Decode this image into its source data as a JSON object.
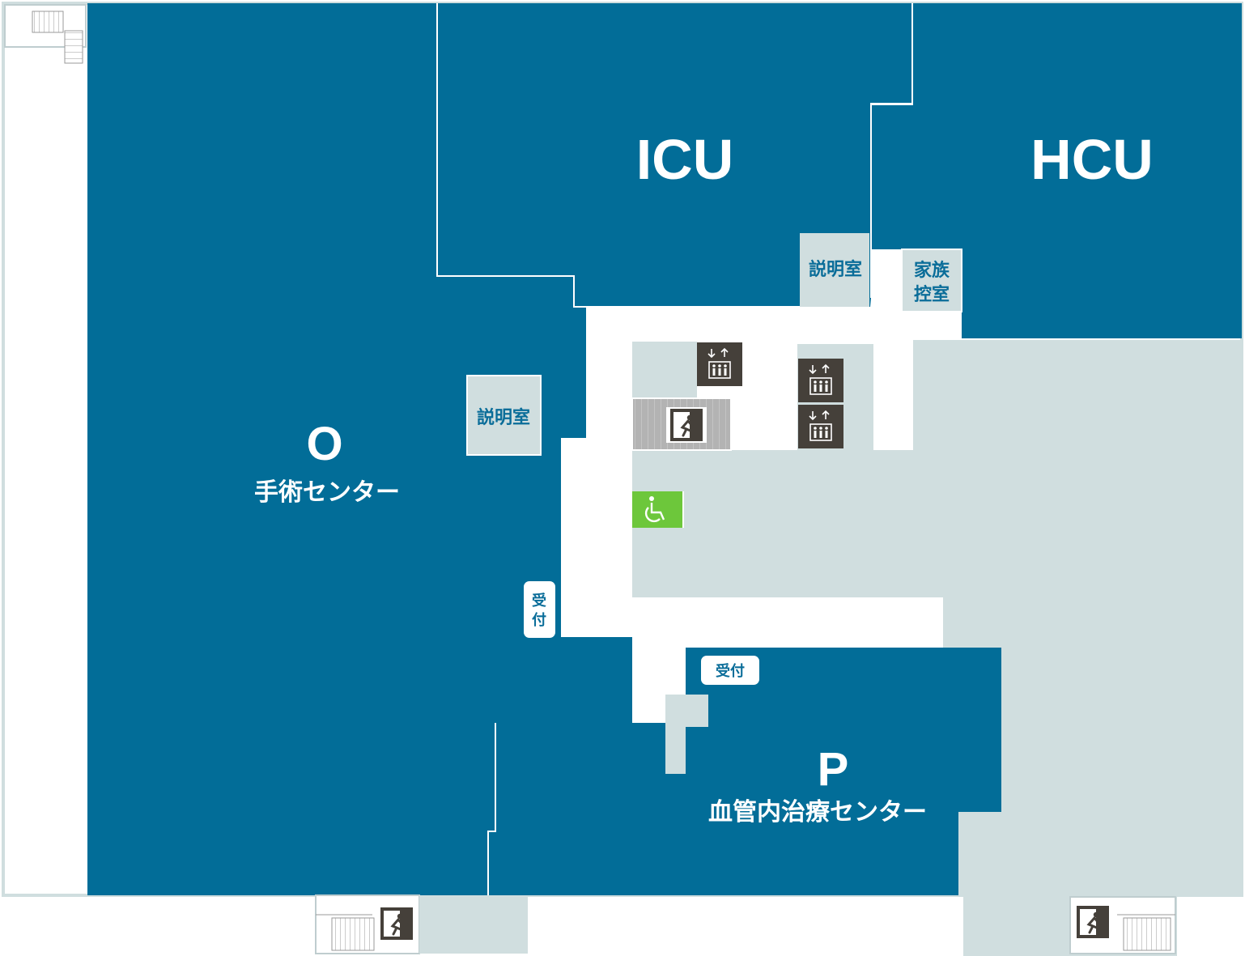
{
  "colors": {
    "department": "#026d98",
    "common_area": "#d0dedf",
    "corridor": "#ffffff",
    "room_label": "#0a6d99",
    "icon_dark": "#45403a",
    "accessible": "#6dc73b",
    "stairs": "#aaaaaa"
  },
  "areas": {
    "icu": {
      "label": "ICU"
    },
    "hcu": {
      "label": "HCU"
    },
    "o": {
      "letter": "O",
      "name": "手術センター"
    },
    "p": {
      "letter": "P",
      "name": "血管内治療センター"
    }
  },
  "rooms": {
    "explain_icu": "説明室",
    "explain_o": "説明室",
    "family_wait_line1": "家族",
    "family_wait_line2": "控室"
  },
  "reception": {
    "o_line1": "受",
    "o_line2": "付",
    "p": "受付"
  },
  "icons": {
    "elevator": "elevator-icon",
    "emergency_exit": "emergency-exit-icon",
    "accessible_restroom": "wheelchair-icon",
    "stairs": "stairs-icon"
  }
}
